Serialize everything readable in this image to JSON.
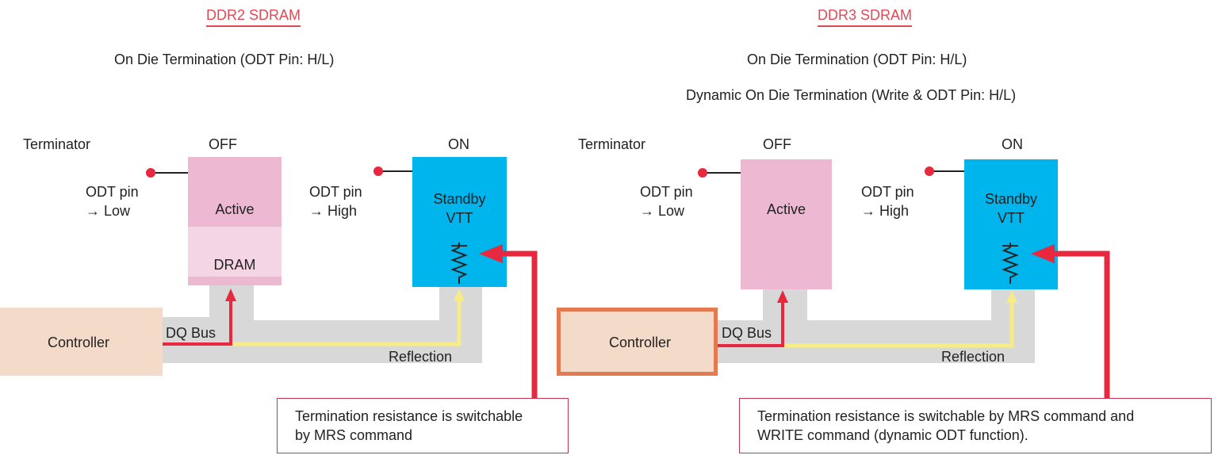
{
  "ddr2": {
    "title": "DDR2 SDRAM",
    "subtitle": "On Die Termination (ODT Pin: H/L)",
    "terminator_label": "Terminator",
    "off_label": "OFF",
    "on_label": "ON",
    "odt_low": [
      "ODT pin",
      "→ Low"
    ],
    "odt_high": [
      "ODT pin",
      "→ High"
    ],
    "active_label": "Active",
    "dram_label": "DRAM",
    "standby_label": [
      "Standby",
      "VTT"
    ],
    "controller_label": "Controller",
    "dq_bus_label": "DQ Bus",
    "reflection_label": "Reflection",
    "note": [
      "Termination resistance is switchable",
      "by MRS command"
    ]
  },
  "ddr3": {
    "title": "DDR3 SDRAM",
    "subtitle": "On Die Termination (ODT Pin: H/L)",
    "subtitle2": "Dynamic On Die Termination (Write & ODT Pin: H/L)",
    "terminator_label": "Terminator",
    "off_label": "OFF",
    "on_label": "ON",
    "odt_low": [
      "ODT pin",
      "→ Low"
    ],
    "odt_high": [
      "ODT pin",
      "→ High"
    ],
    "active_label": "Active",
    "standby_label": [
      "Standby",
      "VTT"
    ],
    "controller_label": "Controller",
    "dq_bus_label": "DQ Bus",
    "reflection_label": "Reflection",
    "note": [
      "Termination resistance is switchable by MRS command and",
      "WRITE command (dynamic ODT function)."
    ]
  },
  "colors": {
    "title_red": "#e04a55",
    "arrow_red": "#e8283f",
    "reflection_yellow": "#f7eb86",
    "bus_gray": "#d8d8d8",
    "active_pink": "#edb8d2",
    "dram_pink": "#f3d5e3",
    "vtt_blue": "#00b4ec",
    "controller_beige": "#f4dac8",
    "controller_border": "#e47a50",
    "note_border": "#c8324a"
  }
}
